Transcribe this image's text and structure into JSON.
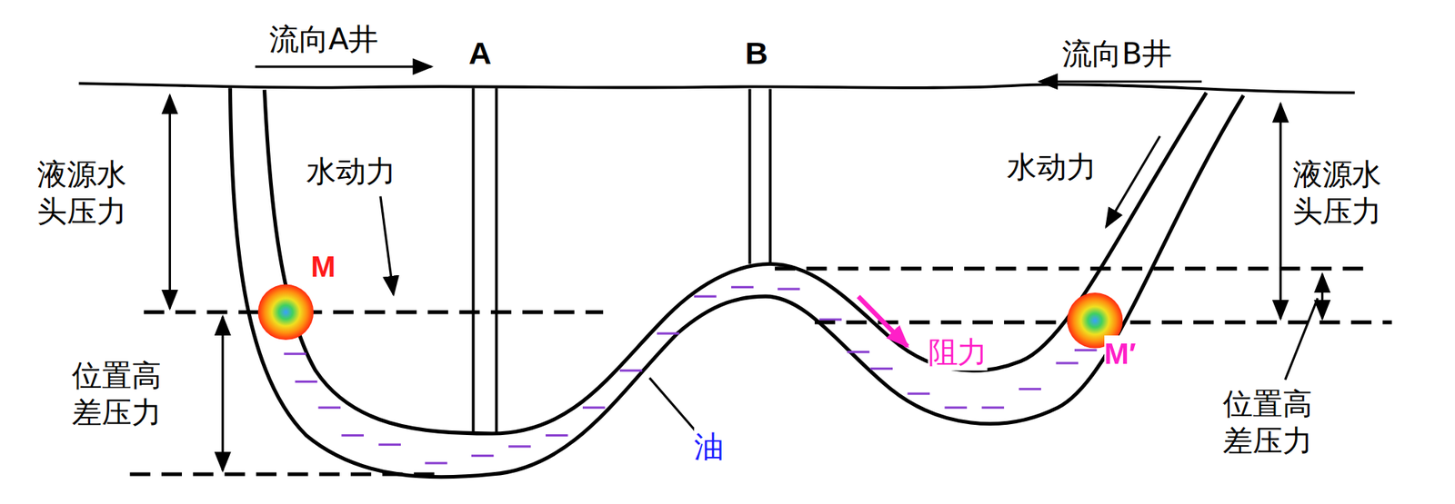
{
  "diagram": {
    "labels": [
      "流向A井",
      "A",
      "B",
      "流向B井",
      "液源水头压力",
      "水动力",
      "M",
      "水动力",
      "液源水头压力",
      "位置高差压力",
      "阻力",
      "M′",
      "油",
      "位置高差压力"
    ]
  }
}
